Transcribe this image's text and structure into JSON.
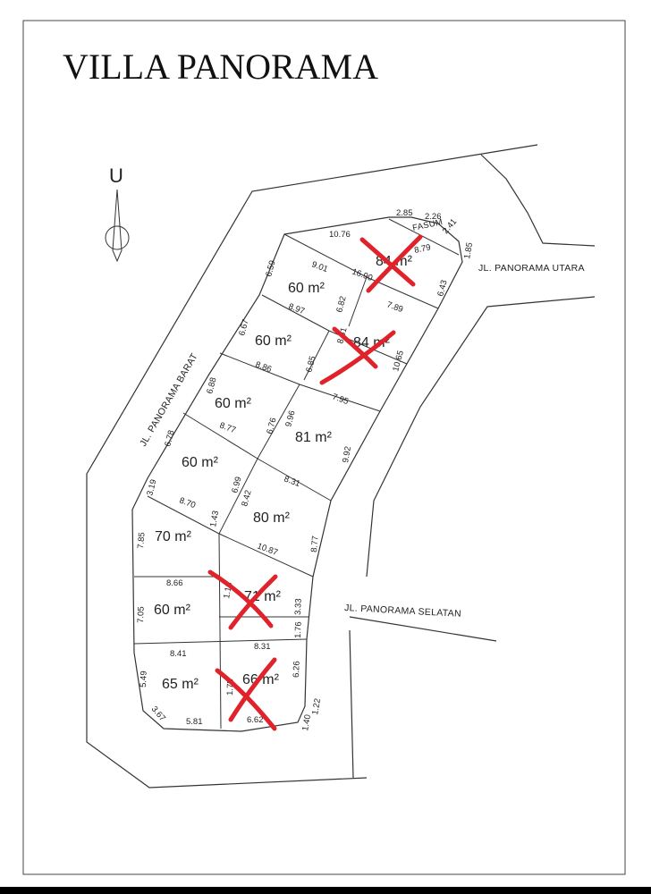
{
  "title": "VILLA PANORAMA",
  "north_label": "U",
  "roads": {
    "west": "JL. PANORAMA BARAT",
    "north": "JL. PANORAMA UTARA",
    "south": "JL. PANORAMA SELATAN",
    "public": "FASUM"
  },
  "lots": [
    {
      "area": "84 m²",
      "sold": true
    },
    {
      "area": "60 m²",
      "sold": false
    },
    {
      "area": "60 m²",
      "sold": false
    },
    {
      "area": "84 m²",
      "sold": true
    },
    {
      "area": "60 m²",
      "sold": false
    },
    {
      "area": "81 m²",
      "sold": false
    },
    {
      "area": "60 m²",
      "sold": false
    },
    {
      "area": "80 m²",
      "sold": false
    },
    {
      "area": "70 m²",
      "sold": false
    },
    {
      "area": "60 m²",
      "sold": false
    },
    {
      "area": "71 m²",
      "sold": true
    },
    {
      "area": "65 m²",
      "sold": false
    },
    {
      "area": "66 m²",
      "sold": true
    }
  ],
  "dimensions": [
    "2.85",
    "2.26",
    "2.41",
    "1.85",
    "10.76",
    "8.79",
    "6.59",
    "9.01",
    "16.90",
    "6.43",
    "6.82",
    "8.97",
    "7.89",
    "6.67",
    "8.61",
    "10.65",
    "6.85",
    "8.86",
    "6.88",
    "7.95",
    "9.96",
    "6.76",
    "8.77",
    "6.78",
    "9.92",
    "8.31",
    "6.99",
    "3.19",
    "8.70",
    "8.42",
    "1.43",
    "7.85",
    "10.87",
    "8.77",
    "8.66",
    "1.13",
    "3.33",
    "7.05",
    "1.76",
    "8.41",
    "8.31",
    "5.49",
    "6.26",
    "1.75",
    "3.67",
    "5.81",
    "6.62",
    "1.40",
    "1.22"
  ]
}
